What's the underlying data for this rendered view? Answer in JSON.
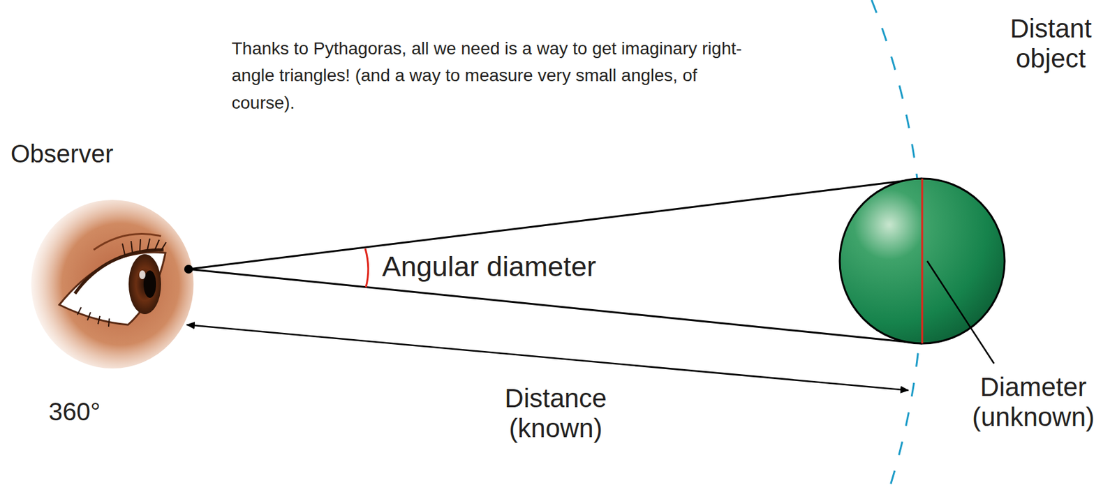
{
  "diagram": {
    "labels": [
      "Thanks to Pythagoras, all we need is a way to get imaginary right-angle triangles! (and a way to measure very small angles, of course).",
      "Distant object",
      "Observer",
      "Angular diameter",
      "360°",
      "Distance (known)",
      "Diameter (unknown)"
    ]
  }
}
